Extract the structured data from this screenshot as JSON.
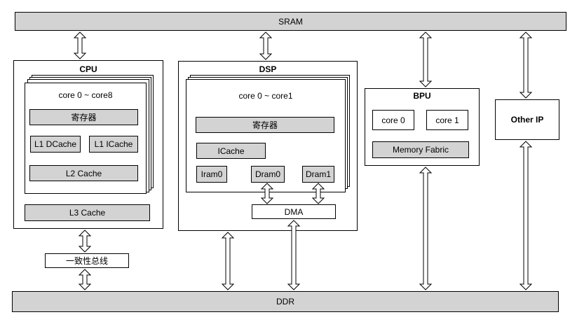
{
  "sram": {
    "label": "SRAM"
  },
  "ddr": {
    "label": "DDR"
  },
  "cpu": {
    "title": "CPU",
    "cores": "core 0 ~ core8",
    "registers": "寄存器",
    "l1_dcache": "L1 DCache",
    "l1_icache": "L1 ICache",
    "l2_cache": "L2 Cache",
    "l3_cache": "L3 Cache"
  },
  "coherent_bus": {
    "label": "一致性总线"
  },
  "dsp": {
    "title": "DSP",
    "cores": "core 0 ~ core1",
    "registers": "寄存器",
    "icache": "ICache",
    "iram0": "Iram0",
    "dram0": "Dram0",
    "dram1": "Dram1",
    "dma": "DMA"
  },
  "bpu": {
    "title": "BPU",
    "core0": "core 0",
    "core1": "core 1",
    "memory_fabric": "Memory Fabric"
  },
  "other_ip": {
    "label": "Other IP"
  }
}
